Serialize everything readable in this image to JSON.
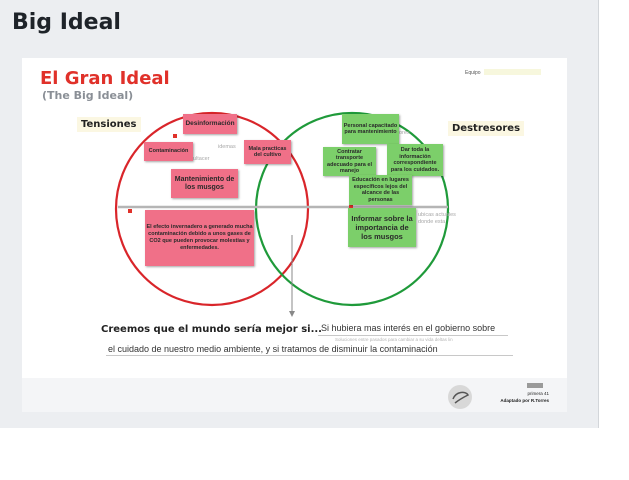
{
  "page": {
    "heading": "Big Ideal"
  },
  "slide": {
    "title": "El Gran Ideal",
    "subtitle": "(The Big Ideal)",
    "equipo_label": "Equipo",
    "circles": {
      "left_label": "Tensiones",
      "right_label": "Destresores",
      "left_color": "#d9252a",
      "right_color": "#1f9a3a"
    },
    "tension_notes": [
      "Desinformación",
      "Contaminación",
      "Mala practicas del cultivo",
      "Mantenimiento de los musgos",
      "El efecto invernadero a generado mucha contaminación debido a unos gases de CO2 que pueden provocar molestias y enfermedades."
    ],
    "strength_notes": [
      "Personal capacitado para mantenimiento",
      "Contratar transporte adecuado para el manejo",
      "Dar toda la información correspondiente para los cuidados.",
      "Educación en lugares específicos lejos del alcance de las personas",
      "Informar sobre la importancia de los musgos"
    ],
    "ghost_text": [
      "ores",
      "idemas",
      "ultacer",
      "ubicas actuales",
      "donde esta"
    ],
    "statement": {
      "prompt": "Creemos que el mundo sería mejor si...",
      "line1": "Si hubiera mas interés en el gobierno sobre",
      "hint": "Soluciones entre pasados para cambiar a su vida deltas lin",
      "line2": "el cuidado de nuestro medio ambiente, y si tratamos de disminuir la contaminación"
    }
  },
  "footer": {
    "credit_line1": "primera 41",
    "credit_line2": "Adaptado por R.Torres"
  }
}
